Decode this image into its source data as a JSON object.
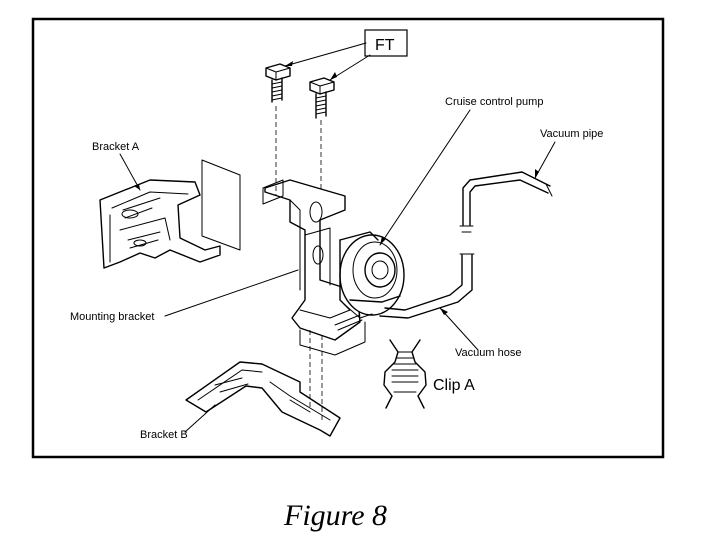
{
  "figure": {
    "caption": "Figure 8",
    "labels": {
      "ft": "FT",
      "cruise_control_pump": "Cruise control pump",
      "vacuum_pipe": "Vacuum pipe",
      "bracket_a": "Bracket A",
      "mounting_bracket": "Mounting bracket",
      "vacuum_hose": "Vacuum hose",
      "clip_a": "Clip A",
      "bracket_b": "Bracket B"
    }
  }
}
